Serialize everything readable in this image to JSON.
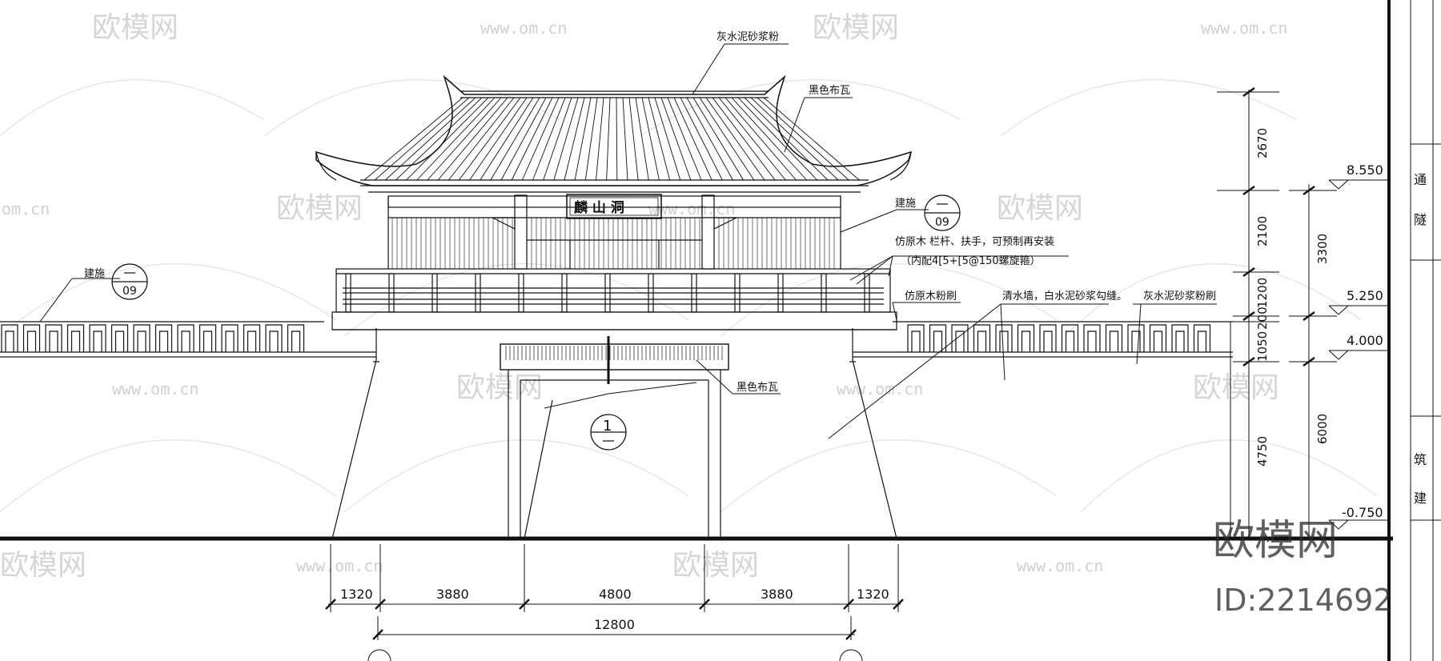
{
  "annotations": {
    "gray_cement_top": "灰水泥砂浆粉",
    "black_tile_roof": "黑色布瓦",
    "jianshi_right": "建施",
    "detail_right_num": "09",
    "faux_wood_rail_1": "仿原木  栏杆、扶手，可预制再安装",
    "faux_wood_rail_2": "（内配4[5+[5@150螺旋箍）",
    "faux_wood_paint": "仿原木粉刷",
    "clear_brick": "清水墙，白水泥砂浆勾缝。",
    "gray_cement_right": "灰水泥砂浆粉刷",
    "black_tile_gate": "黑色布瓦",
    "jianshi_left": "建施",
    "detail_left_num": "09",
    "section_num": "1",
    "plaque": "麟 山 洞",
    "side_text_1": "隧",
    "side_text_2": "通",
    "side_text_3": "筑",
    "side_text_4": "建"
  },
  "dimensions_vertical": {
    "d2670": "2670",
    "d2100": "2100",
    "d1200": "1200",
    "d200": "200",
    "d1050": "1050",
    "d4750": "4750",
    "d3300": "3300",
    "d6000": "6000"
  },
  "elevations": {
    "e1": "8.550",
    "e2": "5.250",
    "e3": "4.000",
    "e4": "-0.750"
  },
  "dimensions_horizontal": {
    "h1": "1320",
    "h2": "3880",
    "h3": "4800",
    "h4": "3880",
    "h5": "1320",
    "total": "12800"
  },
  "watermark": {
    "brand": "欧模网",
    "url": "www.om.cn",
    "url_short": "om.cn",
    "id": "ID:2214692"
  }
}
